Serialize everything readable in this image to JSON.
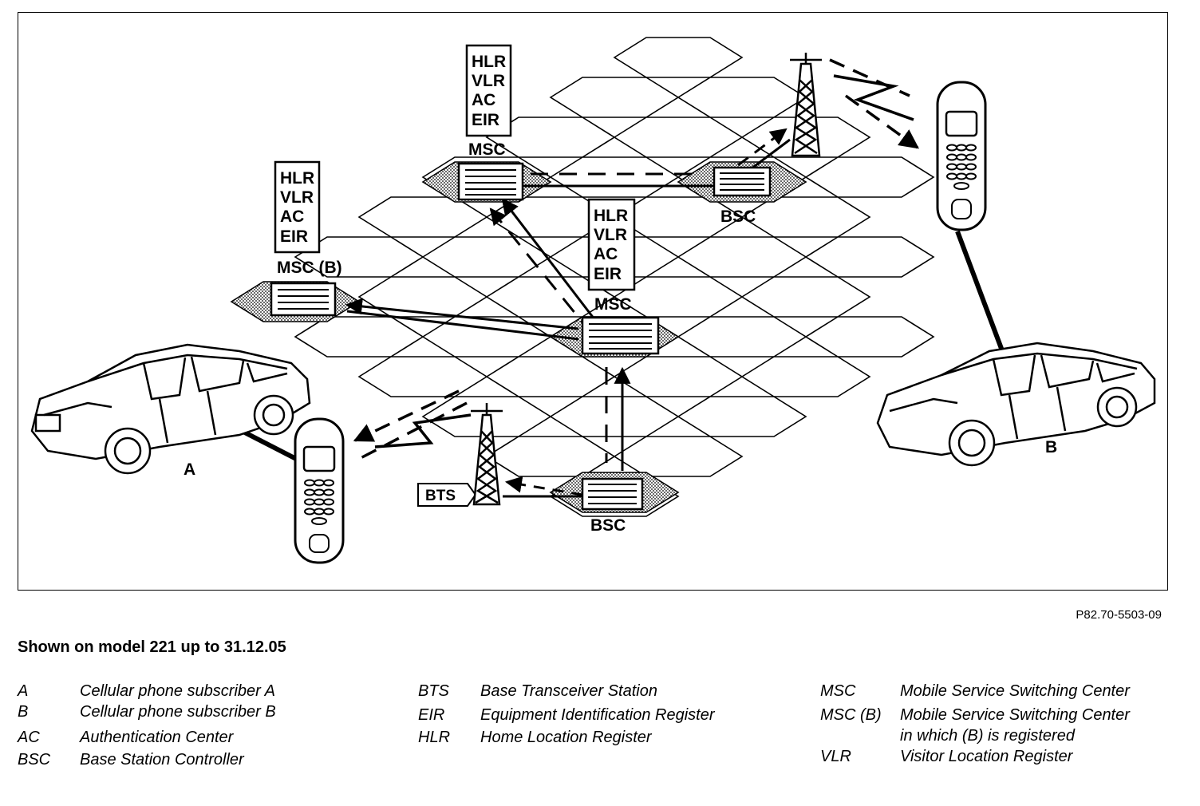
{
  "diagram": {
    "labels": {
      "msc_top": "MSC",
      "msc_mid": "MSC",
      "msc_b": "MSC (B)",
      "bsc_top": "BSC",
      "bsc_bottom": "BSC",
      "bts": "BTS",
      "subscriber_a": "A",
      "subscriber_b": "B"
    },
    "register_stacks": {
      "top": [
        "HLR",
        "VLR",
        "AC",
        "EIR"
      ],
      "left": [
        "HLR",
        "VLR",
        "AC",
        "EIR"
      ],
      "middle": [
        "HLR",
        "VLR",
        "AC",
        "EIR"
      ]
    }
  },
  "figure_ref": "P82.70-5503-09",
  "caption": "Shown on model 221 up to 31.12.05",
  "legend": {
    "col1": [
      {
        "abbr": "A",
        "desc": "Cellular phone subscriber A"
      },
      {
        "abbr": "B",
        "desc": "Cellular phone subscriber B"
      },
      {
        "abbr": "AC",
        "desc": "Authentication Center"
      },
      {
        "abbr": "BSC",
        "desc": "Base Station Controller"
      }
    ],
    "col2": [
      {
        "abbr": "BTS",
        "desc": "Base Transceiver Station"
      },
      {
        "abbr": "EIR",
        "desc": "Equipment Identification Register"
      },
      {
        "abbr": "HLR",
        "desc": "Home Location Register"
      }
    ],
    "col3": [
      {
        "abbr": "MSC",
        "desc": "Mobile Service Switching Center"
      },
      {
        "abbr": "MSC (B)",
        "desc": "Mobile Service Switching Center"
      },
      {
        "abbr": "",
        "desc": "in which (B) is registered"
      },
      {
        "abbr": "VLR",
        "desc": "Visitor Location Register"
      }
    ]
  }
}
